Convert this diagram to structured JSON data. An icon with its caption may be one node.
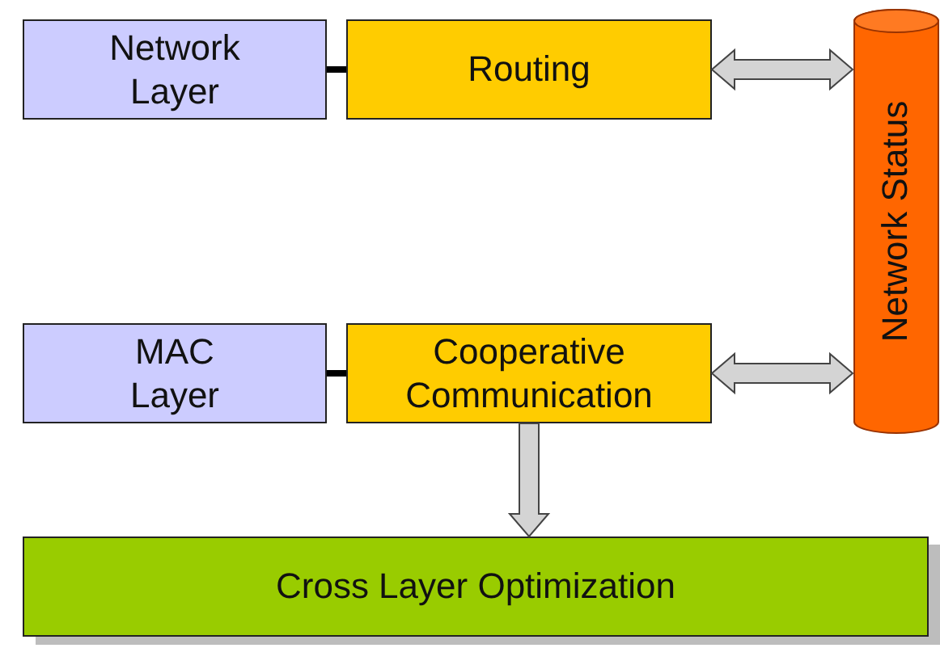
{
  "diagram": {
    "nodes": [
      {
        "text": [
          "Network Layer"
        ]
      },
      {
        "text": [
          "Routing"
        ]
      },
      {
        "text": [
          "MAC Layer"
        ]
      },
      {
        "text": [
          "Cooperative Communication"
        ]
      },
      {
        "text": [
          "Network Status"
        ]
      },
      {
        "text": [
          "Cross Layer Optimization"
        ]
      }
    ],
    "edges": [
      {
        "from": 0,
        "to": 1,
        "arrow": "none",
        "color": "#000000"
      },
      {
        "from": 1,
        "to": 4,
        "arrow": "both"
      },
      {
        "from": 2,
        "to": 3,
        "arrow": "none",
        "color": "#000000"
      },
      {
        "from": 3,
        "to": 4,
        "arrow": "both"
      },
      {
        "from": 3,
        "to": 5,
        "arrow": "to"
      }
    ]
  }
}
